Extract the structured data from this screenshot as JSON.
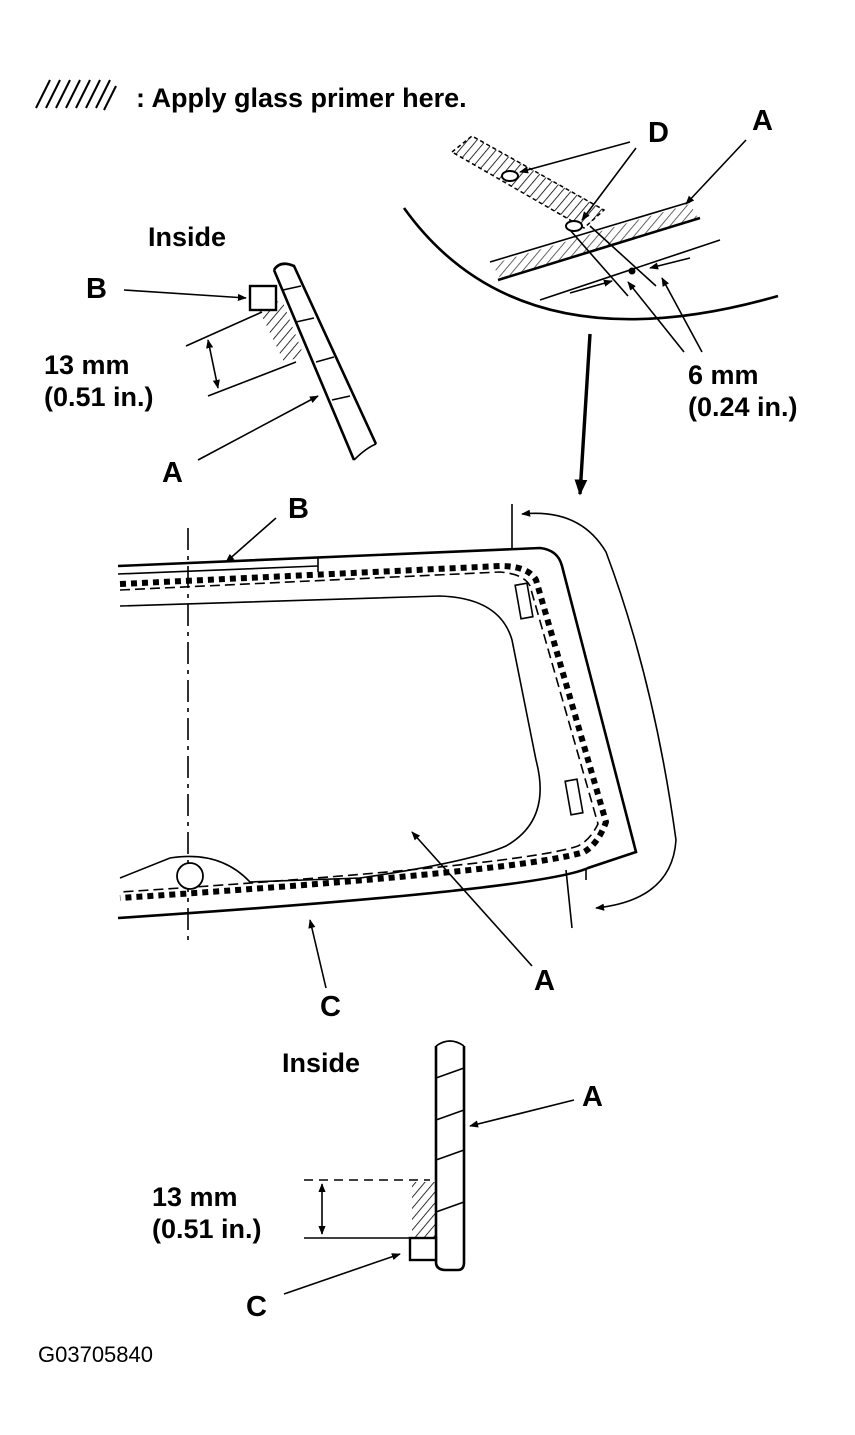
{
  "legend": {
    "text": ": Apply glass primer here."
  },
  "labels": {
    "inside": "Inside",
    "A": "A",
    "B": "B",
    "C": "C",
    "D": "D"
  },
  "dimensions": {
    "primer_band_mm": "13 mm",
    "primer_band_in": "(0.51 in.)",
    "offset_mm": "6 mm",
    "offset_in": "(0.24 in.)"
  },
  "figure_code": "G03705840"
}
